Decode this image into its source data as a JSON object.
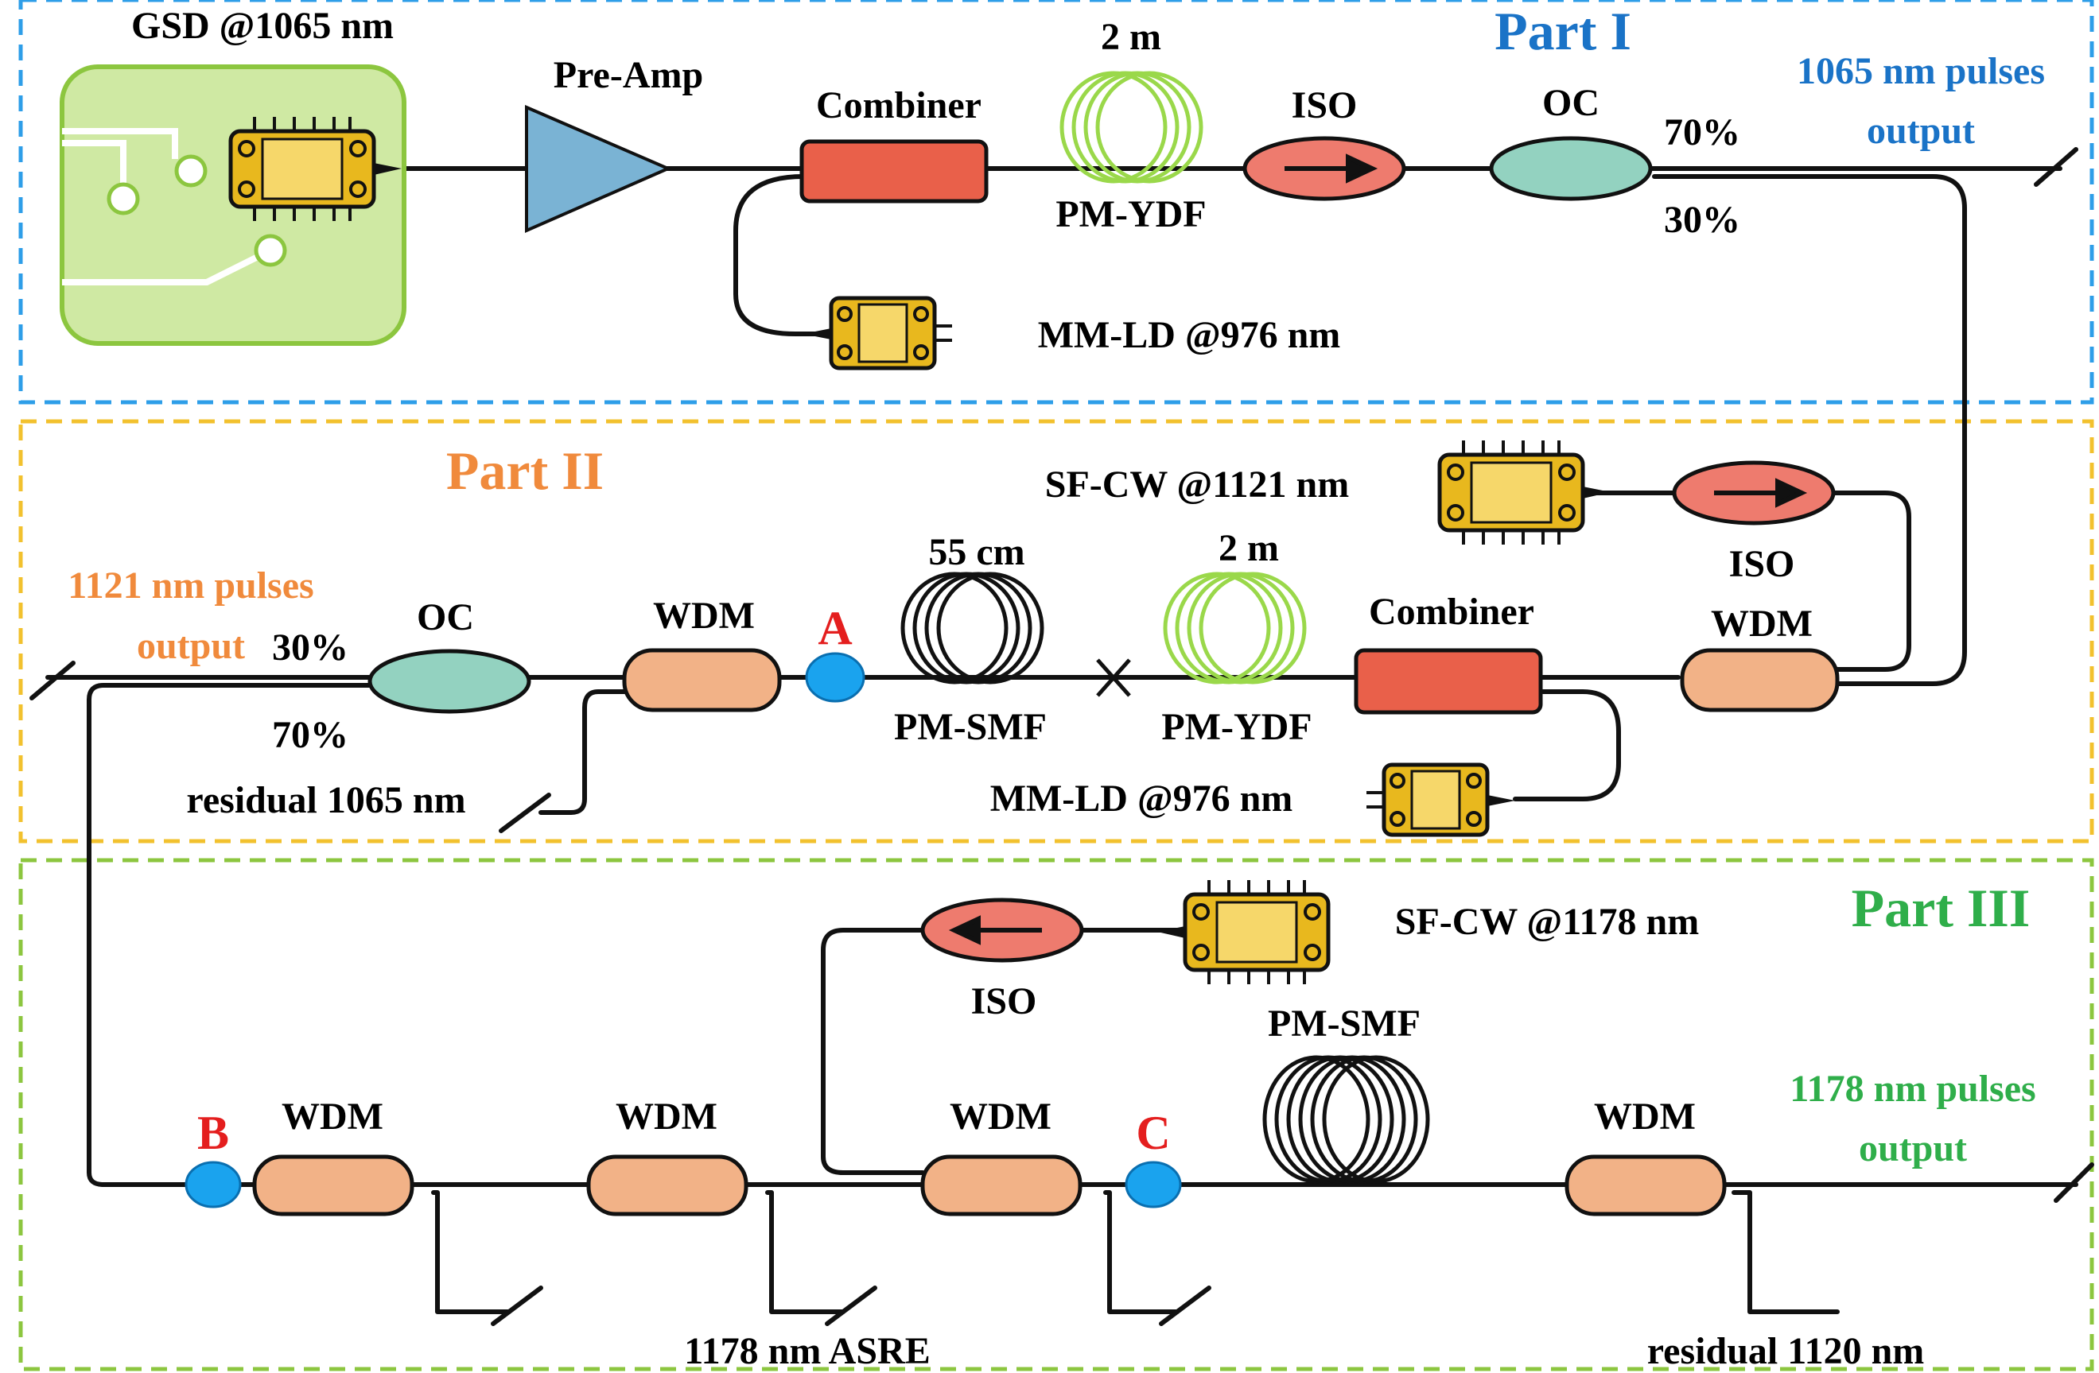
{
  "parts": {
    "p1": {
      "title": "Part I",
      "color": "#1a73c7"
    },
    "p2": {
      "title": "Part II",
      "color": "#f08a3c"
    },
    "p3": {
      "title": "Part III",
      "color": "#2fae4a"
    }
  },
  "colors": {
    "box1": "#2e9ee8",
    "box2": "#f2c12e",
    "box3": "#8cc63f",
    "fiber": "#111111",
    "ydf": "#9ad84a",
    "combiner": "#e9604a",
    "iso": "#ee7b6e",
    "oc": "#93d2c0",
    "wdm": "#f2b287",
    "point": "#1aa3ee",
    "point_label": "#e41e1e",
    "amp": "#7ab3d4",
    "board": "#cfe9a3",
    "chip": "#e8b81e"
  },
  "labels": {
    "gsd": "GSD @1065 nm",
    "preamp": "Pre-Amp",
    "combiner1": "Combiner",
    "ydf1_len": "2 m",
    "ydf1": "PM-YDF",
    "iso1": "ISO",
    "oc1": "OC",
    "oc1_70": "70%",
    "oc1_30": "30%",
    "out1065_l1": "1065 nm pulses",
    "out1065_l2": "output",
    "ld1": "MM-LD @976 nm",
    "sfcw1121": "SF-CW @1121 nm",
    "iso2": "ISO",
    "wdm_p2_right": "WDM",
    "combiner2": "Combiner",
    "ydf2_len": "2 m",
    "ydf2": "PM-YDF",
    "smf1_len": "55 cm",
    "smf1": "PM-SMF",
    "pointA": "A",
    "wdm_p2_left": "WDM",
    "oc2": "OC",
    "oc2_30": "30%",
    "oc2_70": "70%",
    "out1121_l1": "1121 nm pulses",
    "out1121_l2": "output",
    "residual1065": "residual 1065 nm",
    "ld2": "MM-LD @976 nm",
    "sfcw1178": "SF-CW @1178 nm",
    "iso3": "ISO",
    "smf2": "PM-SMF",
    "pointB": "B",
    "pointC": "C",
    "wdm_b": "WDM",
    "wdm_2": "WDM",
    "wdm_3": "WDM",
    "wdm_4": "WDM",
    "asre": "1178 nm ASRE",
    "out1178_l1": "1178 nm pulses",
    "out1178_l2": "output",
    "residual1120": "residual 1120 nm"
  }
}
